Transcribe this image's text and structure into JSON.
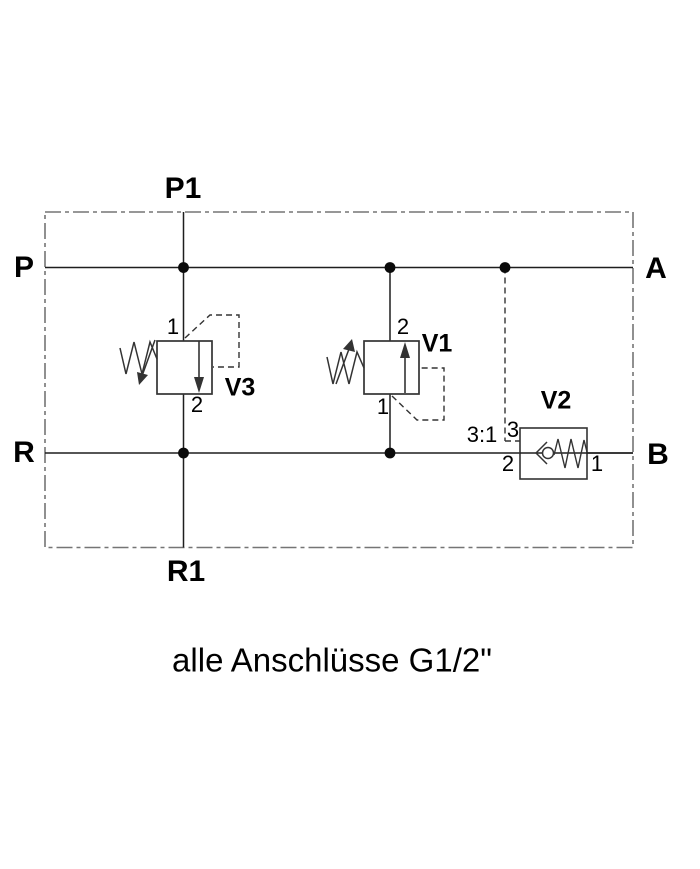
{
  "colors": {
    "line": "#1e1e1e",
    "border": "#757575",
    "symbol": "#333333",
    "text": "#000000",
    "background": "#ffffff"
  },
  "ports": {
    "p1": "P1",
    "p": "P",
    "a": "A",
    "r": "R",
    "b": "B",
    "r1": "R1"
  },
  "valves": {
    "v3": {
      "label": "V3",
      "top_port": "1",
      "bottom_port": "2"
    },
    "v1": {
      "label": "V1",
      "top_port": "2",
      "bottom_port": "1"
    },
    "v2": {
      "label": "V2",
      "pilot_ratio": "3:1",
      "pilot_port": "3",
      "left_port": "2",
      "right_port": "1"
    }
  },
  "caption": "alle Anschlüsse G1/2\""
}
